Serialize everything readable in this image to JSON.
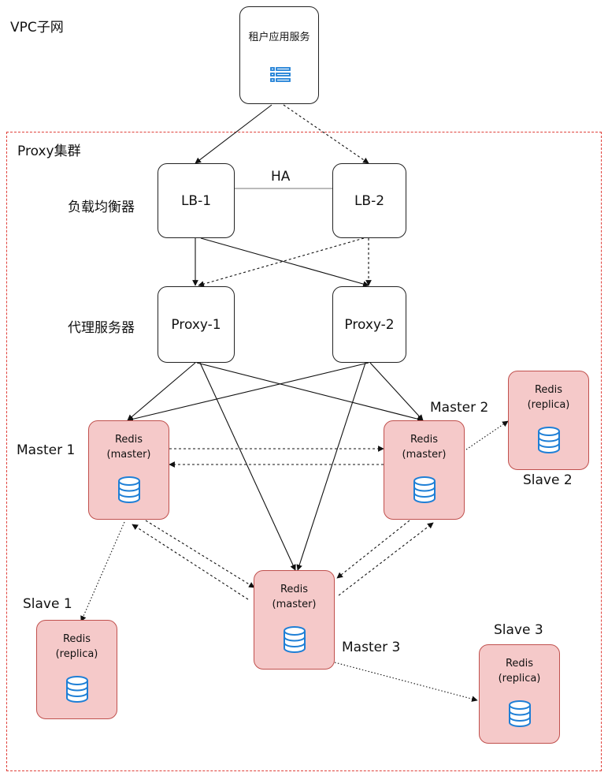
{
  "vpc_label": "VPC子网",
  "cluster_label": "Proxy集群",
  "lb_row_label": "负载均衡器",
  "proxy_row_label": "代理服务器",
  "ha_label": "HA",
  "tenant": {
    "label": "租户应用服务",
    "icon": "list-icon"
  },
  "lb": [
    {
      "label": "LB-1"
    },
    {
      "label": "LB-2"
    }
  ],
  "proxies": [
    {
      "label": "Proxy-1"
    },
    {
      "label": "Proxy-2"
    }
  ],
  "masters": [
    {
      "name": "Master 1",
      "line1": "Redis",
      "line2": "(master)"
    },
    {
      "name": "Master 2",
      "line1": "Redis",
      "line2": "(master)"
    },
    {
      "name": "Master 3",
      "line1": "Redis",
      "line2": "(master)"
    }
  ],
  "slaves": [
    {
      "name": "Slave 1",
      "line1": "Redis",
      "line2": "(replica)"
    },
    {
      "name": "Slave 2",
      "line1": "Redis",
      "line2": "(replica)"
    },
    {
      "name": "Slave 3",
      "line1": "Redis",
      "line2": "(replica)"
    }
  ],
  "colors": {
    "redis_fill": "#f5c9c9",
    "redis_border": "#c0504d",
    "cluster_border": "#e0403a",
    "icon_blue": "#1e7fd6"
  }
}
